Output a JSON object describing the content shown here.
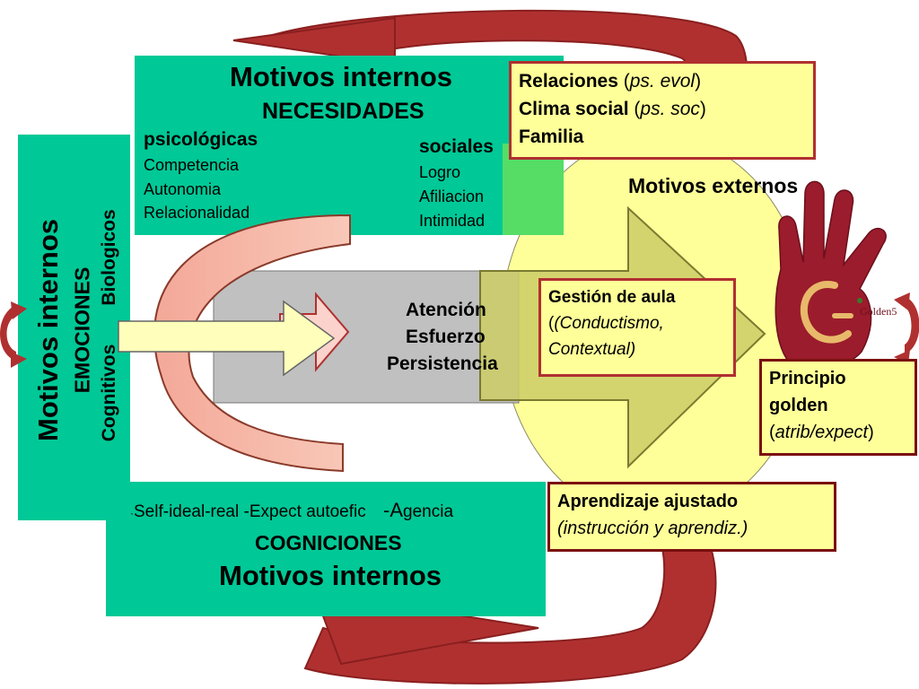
{
  "necesidades": {
    "title": "Motivos internos",
    "subtitle": "NECESIDADES",
    "psico_heading": "psicológicas",
    "psico_items": [
      "Competencia",
      "Autonomia",
      "Relacionalidad"
    ],
    "sociales_heading": "sociales",
    "sociales_items": [
      "Logro",
      "Afiliacion",
      "Intimidad"
    ]
  },
  "emociones": {
    "title": "Motivos internos",
    "subtitle": "EMOCIONES",
    "line1": "Cognitivos",
    "line2": "Biologicos"
  },
  "center": {
    "lines": [
      "Atención",
      "Esfuerzo",
      "Persistencia"
    ]
  },
  "cogniciones": {
    "items_prefix": "·",
    "items": "Self-ideal-real  -Expect autoefic",
    "agencia_dash": "-A",
    "agencia_rest": "gencia",
    "subtitle": "COGNICIONES",
    "title": "Motivos internos"
  },
  "relaciones_box": {
    "line1_bold": "Relaciones",
    "line1_paren_open": " (",
    "line1_italic": "ps. evol",
    "line1_paren_close": ")",
    "line2_bold": "Clima social",
    "line2_paren_open": " (",
    "line2_italic": "ps. soc",
    "line2_paren_close": ")",
    "line3_bold": "Familia"
  },
  "motivos_externos": "Motivos externos",
  "gestion_box": {
    "title": "Gestión de aula",
    "line2": "(Conductismo,",
    "line3": "Contextual)"
  },
  "principio_box": {
    "line1": "Principio",
    "line2": "golden",
    "line3_open": "(",
    "line3_italic": "atrib/expect",
    "line3_close": ")"
  },
  "aprendizaje_box": {
    "title": "Aprendizaje ajustado",
    "line2": "(instrucción y aprendiz.)"
  },
  "logo": {
    "text": "Golden5",
    "hand_color": "#9b1c2c",
    "accent_color": "#e8b96a"
  },
  "colors": {
    "green": "#00c896",
    "yellow_ellipse": "#ffff99",
    "red_arrow": "#b03030",
    "grey_box": "#c0c0c0",
    "olive_arrow": "#cccc66"
  }
}
